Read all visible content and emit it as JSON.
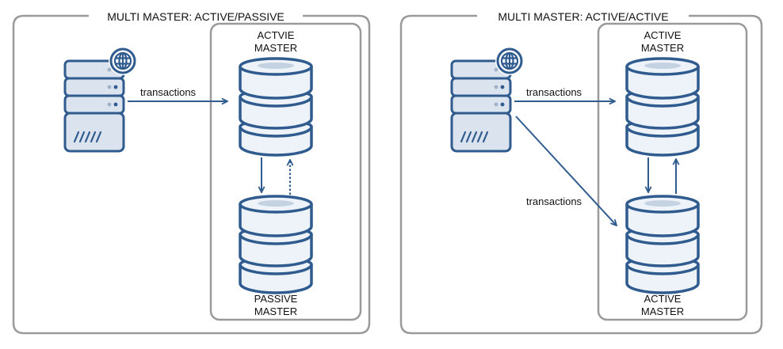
{
  "colors": {
    "stroke": "#2f5b8e",
    "fill_light": "#eef3f9",
    "fill_server": "#dbe3ee",
    "highlight": "#c5d2e2",
    "dot_light": "#9fb2c9",
    "frame": "#9a9a9a",
    "text": "#111111"
  },
  "panels": [
    {
      "title": "MULTI MASTER: ACTIVE/PASSIVE",
      "top_db_label": [
        "ACTVIE",
        "MASTER"
      ],
      "bottom_db_label": [
        "PASSIVE",
        "MASTER"
      ],
      "edges": [
        {
          "from": "app-server",
          "to": "top-db",
          "label": "transactions",
          "style": "solid"
        },
        {
          "from": "top-db",
          "to": "bottom-db",
          "label": "",
          "style": "solid"
        },
        {
          "from": "bottom-db",
          "to": "top-db",
          "label": "",
          "style": "dotted"
        }
      ]
    },
    {
      "title": "MULTI MASTER: ACTIVE/ACTIVE",
      "top_db_label": [
        "ACTIVE",
        "MASTER"
      ],
      "bottom_db_label": [
        "ACTIVE",
        "MASTER"
      ],
      "edges": [
        {
          "from": "app-server",
          "to": "top-db",
          "label": "transactions",
          "style": "solid"
        },
        {
          "from": "app-server",
          "to": "bottom-db",
          "label": "transactions",
          "style": "solid"
        },
        {
          "from": "top-db",
          "to": "bottom-db",
          "label": "",
          "style": "solid"
        },
        {
          "from": "bottom-db",
          "to": "top-db",
          "label": "",
          "style": "solid"
        }
      ]
    }
  ]
}
